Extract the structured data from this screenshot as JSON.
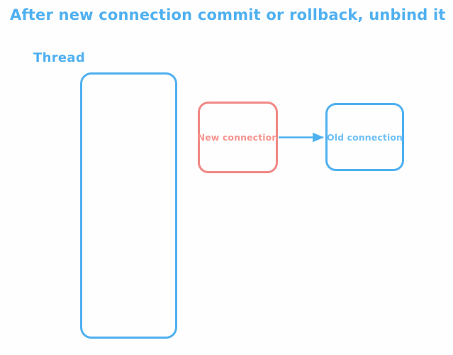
{
  "diagram": {
    "title": "After new connection commit or rollback, unbind it",
    "title_color": "#4FB0F0",
    "background_color": "#FEFEFE",
    "groups": [
      {
        "id": "thread",
        "label": "Thread",
        "label_color": "#4FB0F0",
        "border_color": "#4FB0F0"
      }
    ],
    "nodes": [
      {
        "id": "new-connection",
        "label": "New connection",
        "border_color": "#F08884",
        "text_color": "#F5948F"
      },
      {
        "id": "old-connection",
        "label": "Old connection",
        "border_color": "#4FB0F0",
        "text_color": "#6FC0F5"
      }
    ],
    "edges": [
      {
        "id": "new-to-old",
        "from": "new-connection",
        "to": "old-connection",
        "label": "",
        "color": "#4FB0F0",
        "arrowhead": "solid-triangle"
      }
    ]
  }
}
